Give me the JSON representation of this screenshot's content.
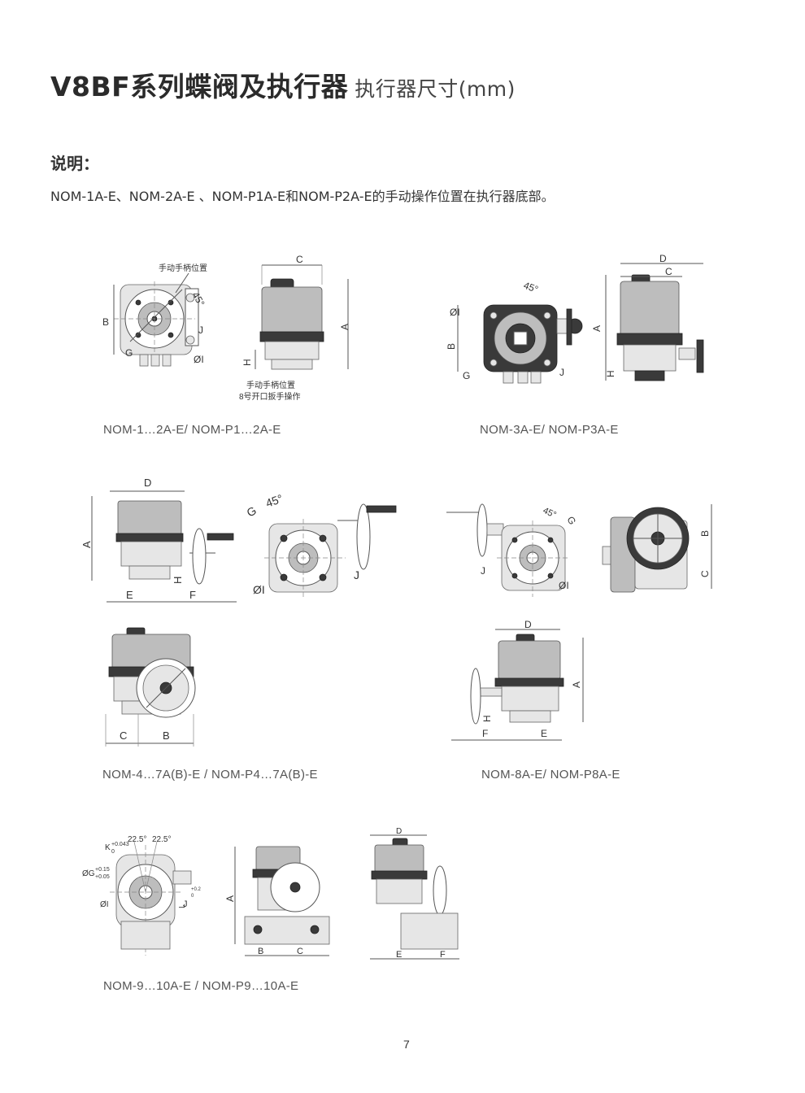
{
  "header": {
    "title": "V8BF系列蝶阀及执行器",
    "subtitle": "执行器尺寸(mm)"
  },
  "note": {
    "heading": "说明：",
    "text": "NOM-1A-E、NOM-2A-E 、NOM-P1A-E和NOM-P2A-E的手动操作位置在执行器底部。"
  },
  "figures": {
    "f1": {
      "caption": "NOM-1…2A-E/ NOM-P1…2A-E",
      "handle_label": "手动手柄位置",
      "handle_label2": "手动手柄位置",
      "wrench_label": "8号开口扳手操作",
      "dims": [
        "B",
        "G",
        "J",
        "ØI",
        "45°",
        "C",
        "A",
        "H"
      ]
    },
    "f2": {
      "caption": "NOM-3A-E/ NOM-P3A-E",
      "dims": [
        "ØI",
        "45°",
        "B",
        "G",
        "J",
        "D",
        "C",
        "A",
        "H"
      ]
    },
    "f3": {
      "dims": [
        "D",
        "A",
        "H",
        "E",
        "F",
        "G",
        "45°",
        "ØI",
        "J"
      ]
    },
    "f4": {
      "dims": [
        "45°",
        "G",
        "J",
        "ØI",
        "B",
        "C"
      ]
    },
    "f5": {
      "caption": "NOM-4…7A(B)-E / NOM-P4…7A(B)-E",
      "dims": [
        "C",
        "B"
      ]
    },
    "f6": {
      "caption": "NOM-8A-E/ NOM-P8A-E",
      "dims": [
        "D",
        "A",
        "H",
        "F",
        "E"
      ]
    },
    "f7": {
      "caption": "NOM-9…10A-E / NOM-P9…10A-E",
      "dims": [
        "K",
        "+0.043",
        "0",
        "22.5°",
        "22.5°",
        "ØG",
        "+0.15",
        "+0.05",
        "ØI",
        "J",
        "L",
        "+0.2",
        "0",
        "A",
        "B",
        "C",
        "D",
        "E",
        "F"
      ]
    }
  },
  "page_number": "7"
}
